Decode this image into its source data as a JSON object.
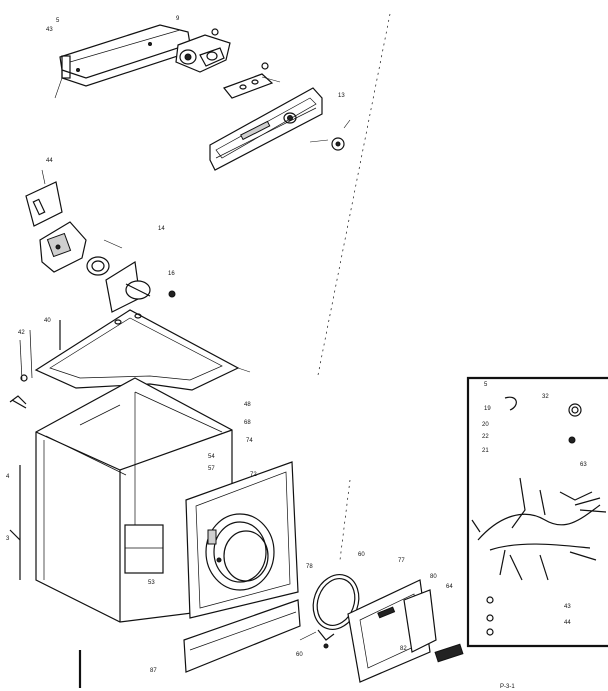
{
  "diagram": {
    "callouts": [
      {
        "id": "c-9",
        "text": "9"
      },
      {
        "id": "c-43",
        "text": "43"
      },
      {
        "id": "c-5-top",
        "text": "5"
      },
      {
        "id": "c-13",
        "text": "13"
      },
      {
        "id": "c-44",
        "text": "44"
      },
      {
        "id": "c-14",
        "text": "14"
      },
      {
        "id": "c-16",
        "text": "16"
      },
      {
        "id": "c-40",
        "text": "40"
      },
      {
        "id": "c-42",
        "text": "42"
      },
      {
        "id": "c-48",
        "text": "48"
      },
      {
        "id": "c-68",
        "text": "68"
      },
      {
        "id": "c-74",
        "text": "74"
      },
      {
        "id": "c-72",
        "text": "72"
      },
      {
        "id": "c-77",
        "text": "77"
      },
      {
        "id": "c-80",
        "text": "80"
      },
      {
        "id": "c-60",
        "text": "60"
      },
      {
        "id": "c-64",
        "text": "64"
      },
      {
        "id": "c-87",
        "text": "87"
      },
      {
        "id": "c-5-right",
        "text": "5"
      },
      {
        "id": "c-19",
        "text": "19"
      },
      {
        "id": "c-20",
        "text": "20"
      },
      {
        "id": "c-21",
        "text": "21"
      },
      {
        "id": "c-22",
        "text": "22"
      },
      {
        "id": "c-32",
        "text": "32"
      },
      {
        "id": "c-63",
        "text": "63"
      },
      {
        "id": "c-43-right",
        "text": "43"
      },
      {
        "id": "c-44-right",
        "text": "44"
      },
      {
        "id": "c-60-bottom",
        "text": "60"
      },
      {
        "id": "c-53",
        "text": "53"
      },
      {
        "id": "c-54",
        "text": "54"
      },
      {
        "id": "c-57",
        "text": "57"
      },
      {
        "id": "c-78",
        "text": "78"
      },
      {
        "id": "c-82",
        "text": "82"
      },
      {
        "id": "c-4",
        "text": "4"
      },
      {
        "id": "c-3",
        "text": "3"
      }
    ],
    "footer_code": "P-3-1"
  }
}
